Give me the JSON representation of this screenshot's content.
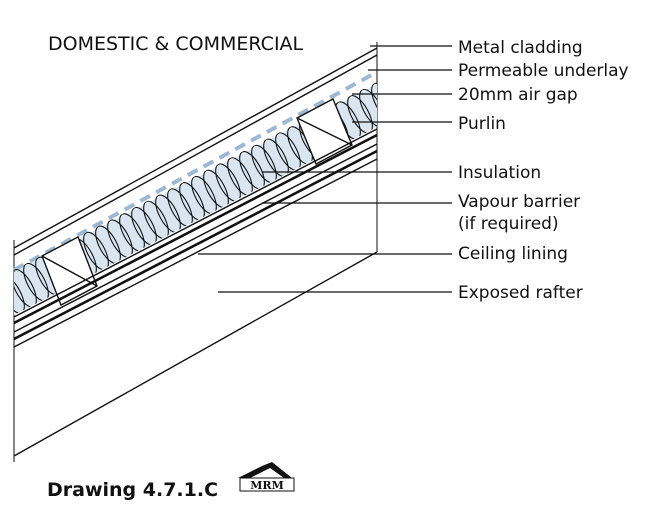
{
  "title": "DOMESTIC & COMMERCIAL",
  "labels": {
    "metal_cladding": "Metal cladding",
    "permeable_underlay": "Permeable underlay",
    "air_gap": "20mm air gap",
    "purlin": "Purlin",
    "insulation": "Insulation",
    "vapour_barrier_1": "Vapour barrier",
    "vapour_barrier_2": "(if required)",
    "ceiling_lining": "Ceiling lining",
    "exposed_rafter": "Exposed rafter"
  },
  "caption": "Drawing 4.7.1.C",
  "logo_text": "MRM",
  "colors": {
    "ink": "#111111",
    "underlay_dash": "#9db8d4",
    "insulation_fill": "#d9e6f2"
  }
}
